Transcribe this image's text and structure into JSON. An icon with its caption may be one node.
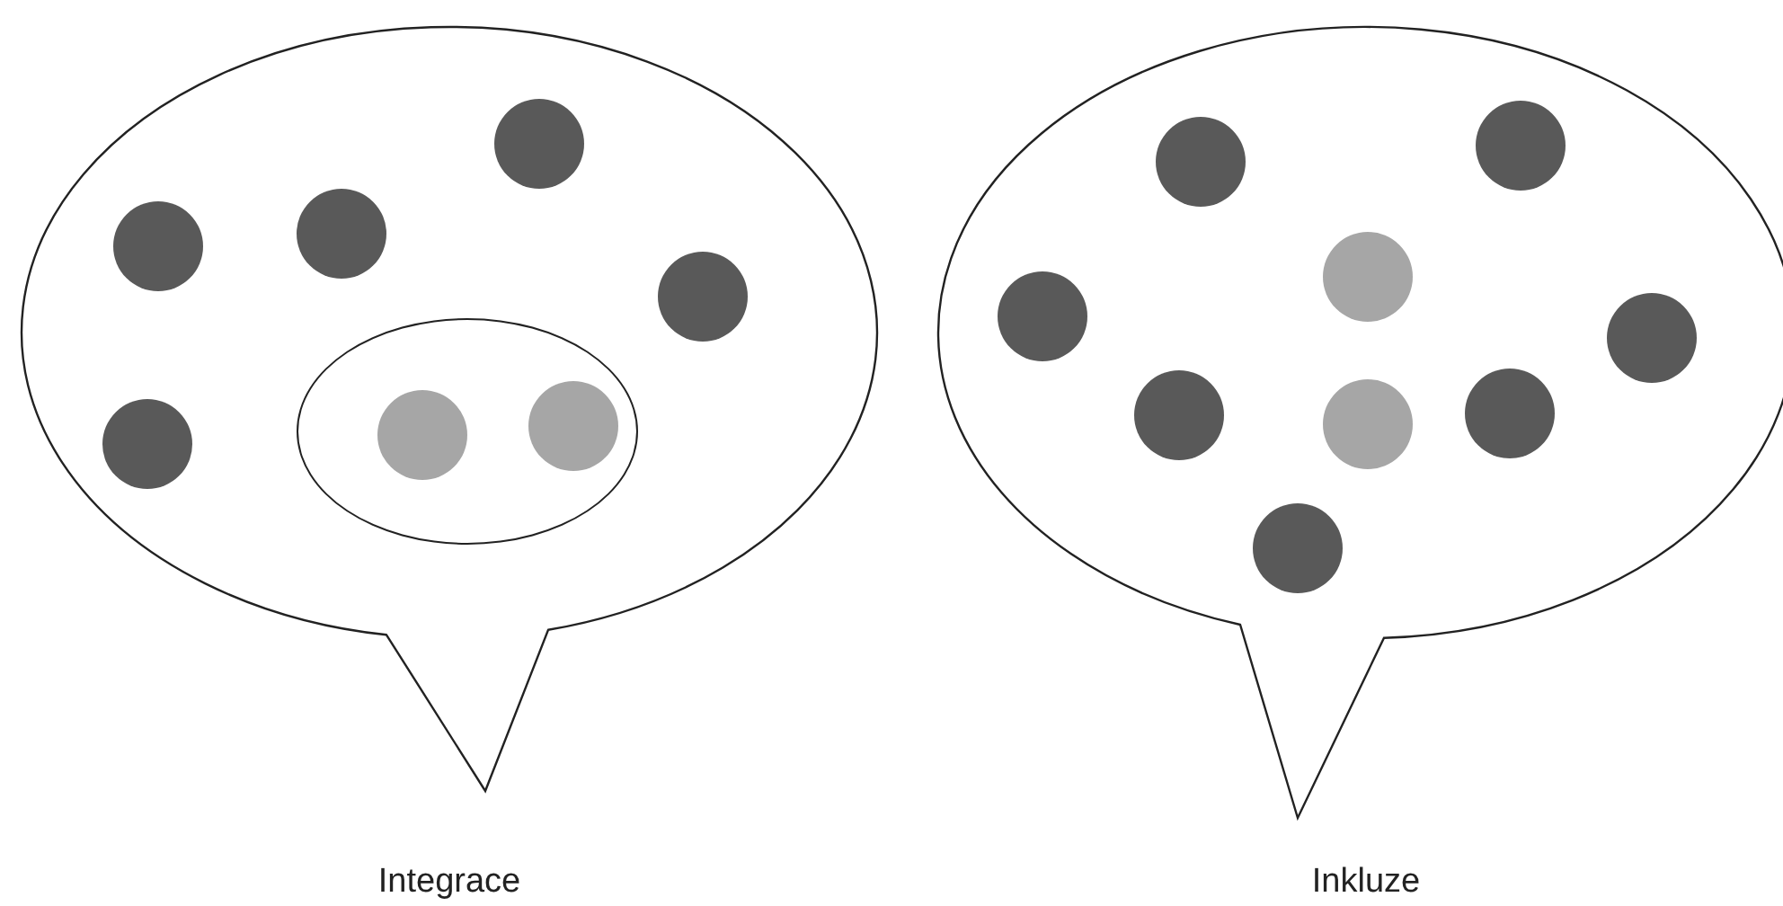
{
  "diagram": {
    "nodes": [
      {
        "text": [
          "Integrace"
        ]
      },
      {
        "text": [],
        "shape": "circle",
        "in": 0
      },
      {
        "text": [],
        "shape": "circle",
        "in": 0
      },
      {
        "text": [],
        "shape": "circle",
        "in": 0
      },
      {
        "text": [],
        "shape": "circle",
        "in": 0
      },
      {
        "text": [],
        "shape": "circle",
        "in": 0
      },
      {
        "text": [],
        "shape": "ellipse",
        "in": 0
      },
      {
        "text": [],
        "shape": "circle",
        "in": 6
      },
      {
        "text": [],
        "shape": "circle",
        "in": 6
      },
      {
        "text": [
          "Inkluze"
        ]
      },
      {
        "text": [],
        "shape": "circle",
        "in": 9
      },
      {
        "text": [],
        "shape": "circle",
        "in": 9
      },
      {
        "text": [],
        "shape": "circle",
        "in": 9
      },
      {
        "text": [],
        "shape": "circle",
        "in": 9
      },
      {
        "text": [],
        "shape": "circle",
        "in": 9
      },
      {
        "text": [],
        "shape": "circle",
        "in": 9
      },
      {
        "text": [],
        "shape": "circle",
        "in": 9
      },
      {
        "text": [],
        "shape": "circle",
        "in": 9
      },
      {
        "text": [],
        "shape": "circle",
        "in": 9
      }
    ]
  }
}
